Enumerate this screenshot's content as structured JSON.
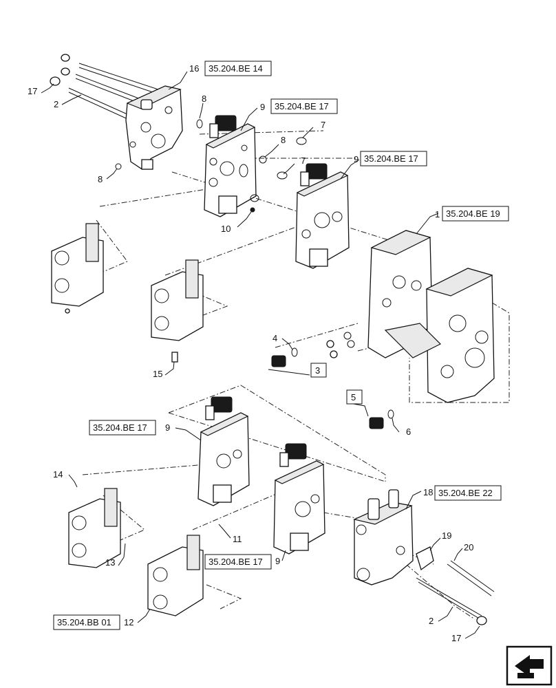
{
  "callouts": {
    "c16": "16",
    "c9a": "9",
    "c9b": "9",
    "c1": "1",
    "c9c": "9",
    "c9d": "9",
    "c18": "18",
    "c17a": "17",
    "c2a": "2",
    "c8a": "8",
    "c8b": "8",
    "c8c": "8",
    "c7a": "7",
    "c7b": "7",
    "c10": "10",
    "c4": "4",
    "c3": "3",
    "c15": "15",
    "c5": "5",
    "c6": "6",
    "c14": "14",
    "c13": "13",
    "c11": "11",
    "c12": "12",
    "c19": "19",
    "c20": "20",
    "c2b": "2",
    "c17b": "17"
  },
  "refs": {
    "r16": "35.204.BE 14",
    "r9a": "35.204.BE 17",
    "r9b": "35.204.BE 17",
    "r1": "35.204.BE 19",
    "r9c": "35.204.BE 17",
    "r18": "35.204.BE 22",
    "r9d": "35.204.BE 17",
    "r12": "35.204.BB 01"
  },
  "icons": {
    "nav": "next-page-arrow-icon"
  }
}
